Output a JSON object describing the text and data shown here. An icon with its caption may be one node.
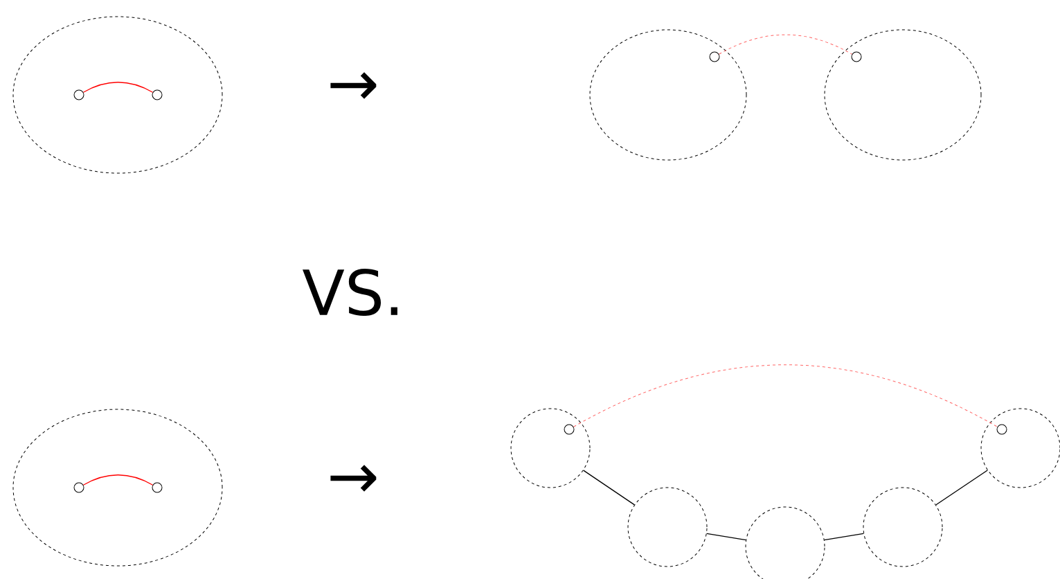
{
  "diagram": {
    "nodes": [
      {
        "text": [],
        "shape": "ellipse"
      },
      {
        "text": [],
        "shape": "circle",
        "in": 0
      },
      {
        "text": [],
        "shape": "circle",
        "in": 0
      },
      {
        "text": [],
        "shape": "ellipse"
      },
      {
        "text": [],
        "shape": "circle",
        "in": 3
      },
      {
        "text": [],
        "shape": "ellipse"
      },
      {
        "text": [],
        "shape": "circle",
        "in": 5
      },
      {
        "text": [],
        "shape": "ellipse"
      },
      {
        "text": [],
        "shape": "circle",
        "in": 7
      },
      {
        "text": [],
        "shape": "circle",
        "in": 7
      },
      {
        "text": [],
        "shape": "circle"
      },
      {
        "text": [],
        "shape": "circle",
        "in": 10
      },
      {
        "text": [],
        "shape": "circle"
      },
      {
        "text": [],
        "shape": "circle"
      },
      {
        "text": [],
        "shape": "circle"
      },
      {
        "text": [],
        "shape": "circle"
      },
      {
        "text": [],
        "shape": "circle",
        "in": 15
      }
    ],
    "edges": [
      {
        "from": 1,
        "to": 2,
        "arrow": "none",
        "color": "#ff0000"
      },
      {
        "from": 4,
        "to": 6,
        "arrow": "none",
        "style": "dashed",
        "color": "#ff6666"
      },
      {
        "from": 8,
        "to": 9,
        "arrow": "none",
        "color": "#ff0000"
      },
      {
        "from": 11,
        "to": 16,
        "arrow": "none",
        "style": "dashed",
        "color": "#ff6666"
      },
      {
        "from": 10,
        "to": 12,
        "arrow": "none"
      },
      {
        "from": 12,
        "to": 13,
        "arrow": "none"
      },
      {
        "from": 13,
        "to": 14,
        "arrow": "none"
      },
      {
        "from": 14,
        "to": 15,
        "arrow": "none"
      }
    ],
    "labels": [
      "→",
      "VS.",
      "→"
    ]
  }
}
